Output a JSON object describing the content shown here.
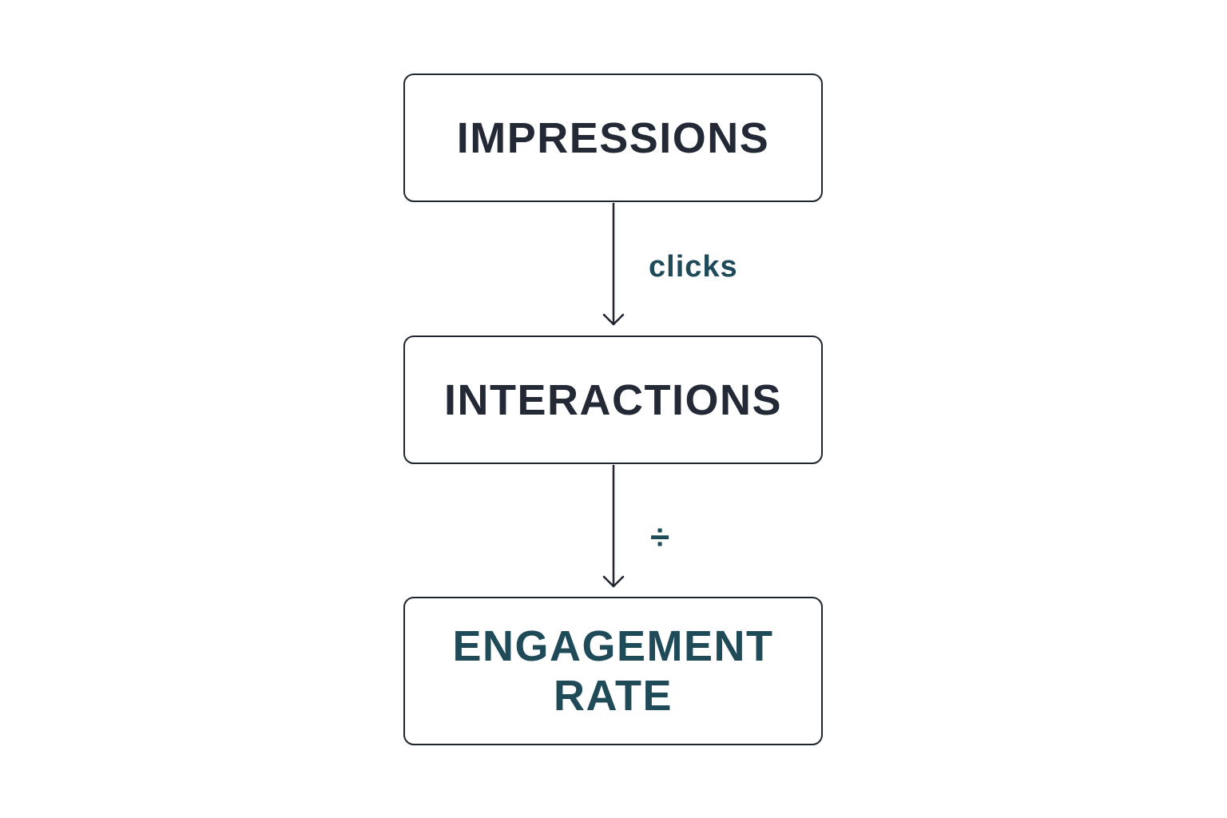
{
  "colors": {
    "stroke": "#1f2630",
    "text_dark": "#232a35",
    "text_accent": "#1f4a57"
  },
  "nodes": [
    {
      "lines": [
        "IMPRESSIONS"
      ]
    },
    {
      "lines": [
        "INTERACTIONS"
      ]
    },
    {
      "lines": [
        "ENGAGEMENT",
        "RATE"
      ]
    }
  ],
  "edges": [
    {
      "label": "clicks"
    },
    {
      "label": "÷"
    }
  ]
}
